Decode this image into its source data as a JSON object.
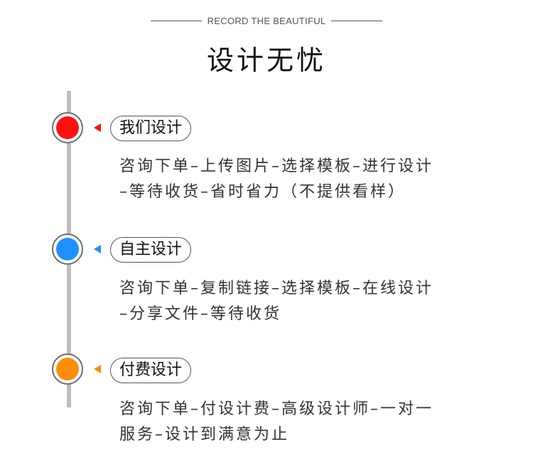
{
  "header": {
    "subtitle": "RECORD THE BEAUTIFUL",
    "title": "设计无忧"
  },
  "steps": [
    {
      "label": "我们设计",
      "color": "#ff1010",
      "lines": [
        "咨询下单–上传图片–选择模板–进行设计",
        "–等待收货–省时省力（不提供看样）"
      ]
    },
    {
      "label": "自主设计",
      "color": "#1e90ff",
      "lines": [
        "咨询下单–复制链接–选择模板–在线设计",
        "–分享文件–等待收货"
      ]
    },
    {
      "label": "付费设计",
      "color": "#ff8c0a",
      "lines": [
        "咨询下单–付设计费–高级设计师–一对一",
        "服务–设计到满意为止"
      ]
    }
  ]
}
